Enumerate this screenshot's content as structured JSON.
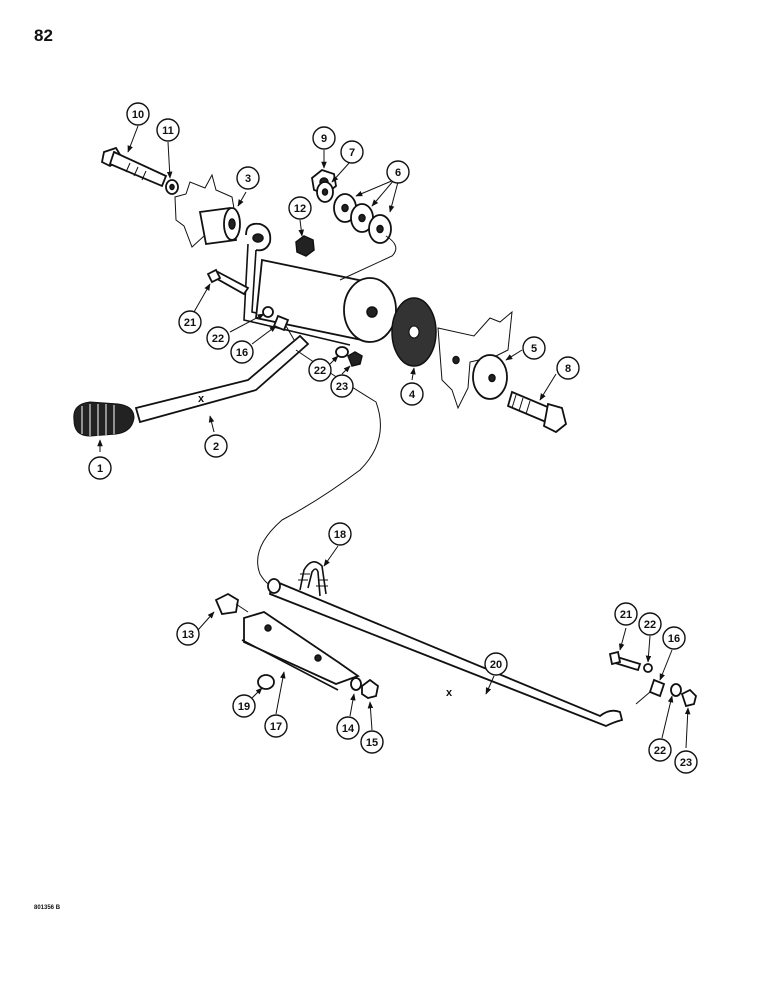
{
  "page_number": "82",
  "figure_code": "801356 B",
  "callouts": [
    "1",
    "2",
    "3",
    "4",
    "5",
    "6",
    "7",
    "8",
    "9",
    "10",
    "11",
    "12",
    "13",
    "14",
    "15",
    "16",
    "17",
    "18",
    "19",
    "20",
    "21",
    "22",
    "23"
  ]
}
